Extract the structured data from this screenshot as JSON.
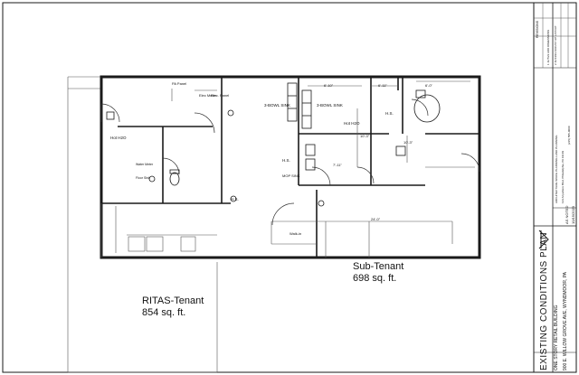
{
  "tenants": {
    "ritas_name": "RITAS-Tenant",
    "ritas_area": "854 sq. ft.",
    "sub_name": "Sub-Tenant",
    "sub_area": "698 sq. ft."
  },
  "room_notes": {
    "pa_panel": "PA Panel",
    "elec_meter": "Elec Meter",
    "elec_panel": "Elec. Panel",
    "three_bowl_sink_left": "3-BOWL SINK",
    "three_bowl_sink_right": "3-BOWL SINK",
    "hot_h2o_left": "Hot H2O",
    "hot_h2o_right": "Hot H2O",
    "water_meter": "Water Meter",
    "floor_sink": "Floor Sink",
    "hs_left": "H.S.",
    "hs_mid": "H.S.",
    "hs_right": "H.S.",
    "mop_sink": "MOP SINK",
    "walk_in": "Walk-in"
  },
  "dimensions": {
    "d1": "6'-10\"",
    "d2": "6'-11\"",
    "d3": "6'-0\"",
    "d4": "10'-3\"",
    "d5": "7'-11\"",
    "d6": "10'-3\"",
    "d7": "24'-0\""
  },
  "title_block": {
    "sheet_title": "EXISTING CONDITIONS PLAN",
    "building": "ONE STORY RETAIL BUILDING",
    "address": "900 E. WILLOW GROVE AVE, WYNDMOOR, PA",
    "scale_label": "AS NOTED",
    "date": "10/15/2023",
    "revisions_header": "REVISIONS",
    "rev_rows": [
      "1 11/7/23 ADD DIMENSIONS",
      "2 11/14/23 ADJUST UP LAYOUT"
    ],
    "firm_name": "ARCHITECTURE SPACE PLANNING LAND PLANNING",
    "firm_address": "123 Anywhere Blvd, Philadelphia, PA 19103",
    "firm_phone": "(215) 555-0000"
  },
  "colors": {
    "line": "#1a1a1a",
    "thin": "#555555",
    "paper": "#ffffff"
  }
}
